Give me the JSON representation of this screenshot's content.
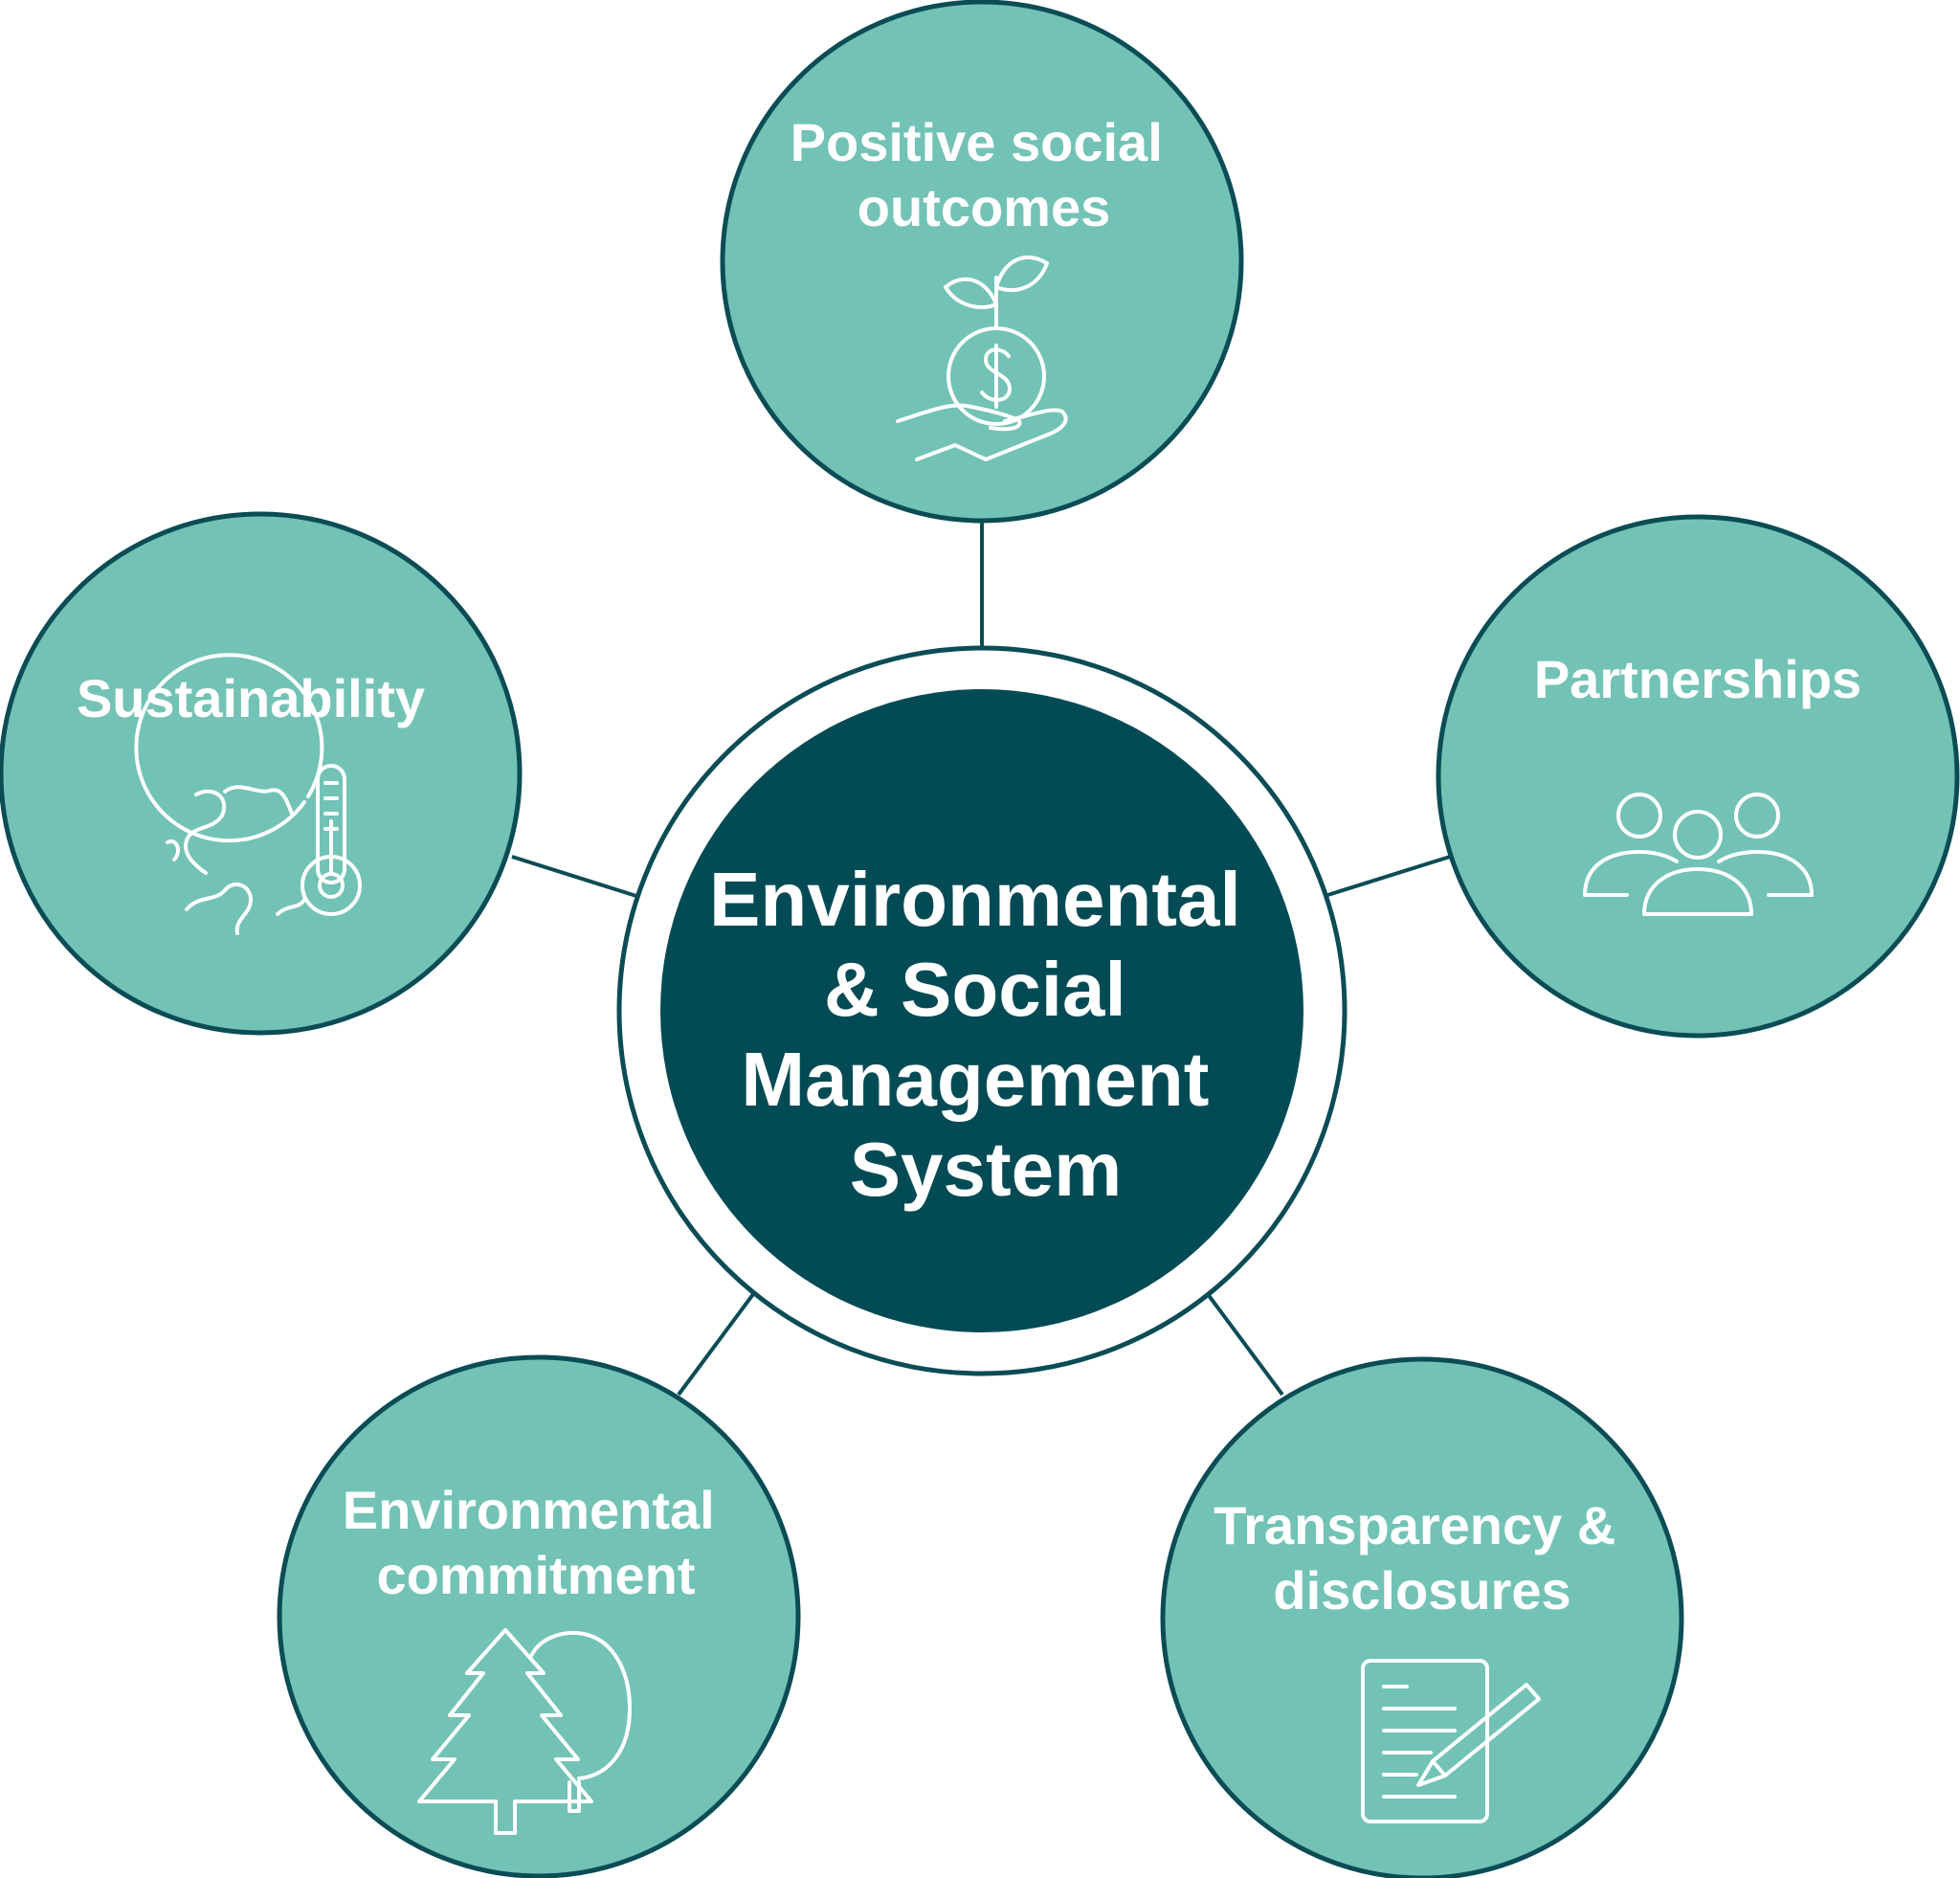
{
  "colors": {
    "hub_fill": "#024b55",
    "satellite_fill": "#73c2b6",
    "stroke": "#0b4c55",
    "text": "#ffffff",
    "background": "#ffffff"
  },
  "hub": {
    "lines": [
      "Environmental",
      "& Social",
      "Management",
      "System"
    ]
  },
  "satellites": {
    "top": {
      "lines": [
        "Positive social",
        "outcomes"
      ],
      "icon": "money-sprout-hand-icon"
    },
    "right": {
      "lines": [
        "Partnerships"
      ],
      "icon": "people-group-icon"
    },
    "bottom_right": {
      "lines": [
        "Transparency &",
        "disclosures"
      ],
      "icon": "document-pen-icon"
    },
    "bottom_left": {
      "lines": [
        "Environmental",
        "commitment"
      ],
      "icon": "trees-icon"
    },
    "left": {
      "lines": [
        "Sustainability"
      ],
      "icon": "globe-thermometer-icon"
    }
  }
}
